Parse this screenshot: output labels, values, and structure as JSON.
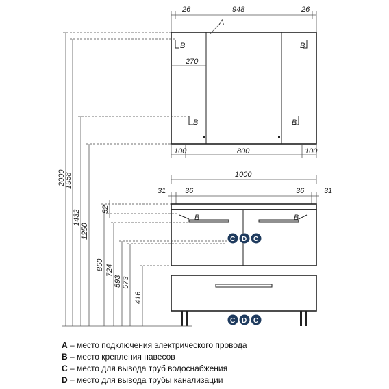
{
  "dims": {
    "top": [
      "26",
      "948",
      "26"
    ],
    "inner": [
      "270",
      "100",
      "800",
      "100"
    ],
    "width": "1000",
    "cab_top": [
      "31",
      "36",
      "36",
      "31"
    ],
    "vertical": [
      "2000",
      "1958",
      "1432",
      "1250",
      "850",
      "52",
      "724",
      "593",
      "573",
      "416"
    ]
  },
  "markers": {
    "a": "A",
    "b": "B",
    "c": "C",
    "d": "D"
  },
  "legend": [
    {
      "key": "A",
      "text": " – место подключения электрического провода"
    },
    {
      "key": "B",
      "text": " – место крепления навесов"
    },
    {
      "key": "C",
      "text": " – место для вывода труб водоснабжения"
    },
    {
      "key": "D",
      "text": " – место для вывода трубы канализации"
    }
  ],
  "colors": {
    "badge": "#1f3b5e",
    "line": "#222222"
  }
}
